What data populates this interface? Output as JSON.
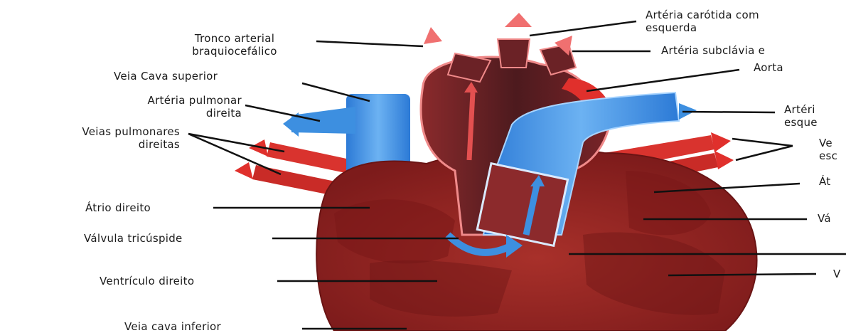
{
  "labels": {
    "tronco_line1": "Tronco arterial",
    "tronco_line2": "braquiocefálico",
    "cava_superior": "Veia Cava superior",
    "art_pulm_dir_line1": "Artéria pulmonar",
    "art_pulm_dir_line2": "direita",
    "veias_pulm_dir_line1": "Veias pulmonares",
    "veias_pulm_dir_line2": "direitas",
    "atrio_direito": "Átrio direito",
    "valvula_tricuspide": "Válvula tricúspide",
    "ventriculo_direito": "Ventrículo direito",
    "cava_inferior": "Veia cava inferior",
    "carotida_line1": "Artéria carótida com",
    "carotida_line2": "esquerda",
    "subclavia": "Artéria subclávia e",
    "aorta": "Aorta",
    "art_pulm_esq_line1": "Artéri",
    "art_pulm_esq_line2": "esque",
    "veias_pulm_esq_line1": "Ve",
    "veias_pulm_esq_line2": "esc",
    "atrio_esq": "Át",
    "valvula_esq": "Vá",
    "ventriculo_esq": "V"
  },
  "colors": {
    "vein_blue": "#3d8fe0",
    "artery_red": "#e0302c",
    "heart_dark": "#8c1f1f",
    "heart_mid": "#a52a25",
    "aorta_dark": "#5a1e22"
  }
}
